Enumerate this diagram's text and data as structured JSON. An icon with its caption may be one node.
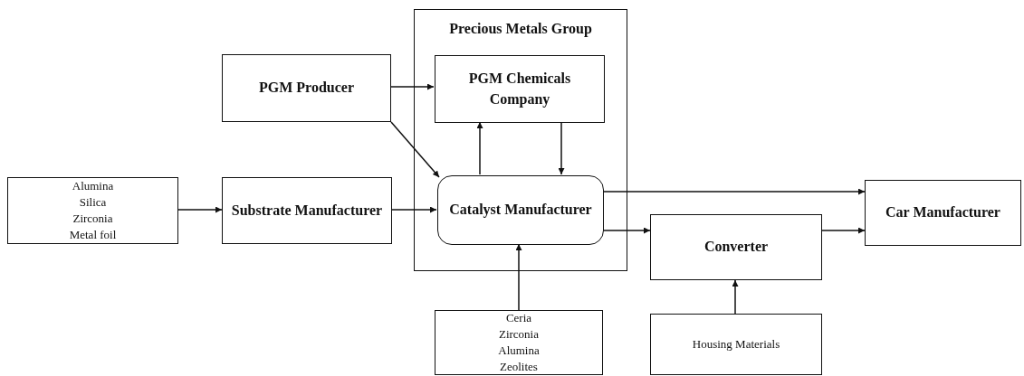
{
  "diagram": {
    "nodes": [
      {
        "text": [
          "Precious Metals Group"
        ]
      },
      {
        "text": [
          "PGM Chemicals Company"
        ],
        "in": 0
      },
      {
        "text": [
          "PGM Producer"
        ]
      },
      {
        "text": [
          "Alumina",
          "Silica",
          "Zirconia",
          "Metal foil"
        ]
      },
      {
        "text": [
          "Substrate Manufacturer"
        ]
      },
      {
        "text": [
          "Catalyst Manufacturer"
        ],
        "in": 0
      },
      {
        "text": [
          "Converter"
        ]
      },
      {
        "text": [
          "Car Manufacturer"
        ]
      },
      {
        "text": [
          "Ceria",
          "Zirconia",
          "Alumina",
          "Zeolites"
        ]
      },
      {
        "text": [
          "Housing Materials"
        ]
      }
    ],
    "edges": [
      {
        "from": 3,
        "to": 4,
        "arrow": "to"
      },
      {
        "from": 4,
        "to": 5,
        "arrow": "to"
      },
      {
        "from": 2,
        "to": 1,
        "arrow": "to"
      },
      {
        "from": 2,
        "to": 5,
        "arrow": "to"
      },
      {
        "from": 5,
        "to": 1,
        "arrow": "to"
      },
      {
        "from": 1,
        "to": 5,
        "arrow": "to"
      },
      {
        "from": 5,
        "to": 7,
        "arrow": "to"
      },
      {
        "from": 5,
        "to": 6,
        "arrow": "to"
      },
      {
        "from": 6,
        "to": 7,
        "arrow": "to"
      },
      {
        "from": 8,
        "to": 5,
        "arrow": "to"
      },
      {
        "from": 9,
        "to": 6,
        "arrow": "to"
      }
    ]
  }
}
